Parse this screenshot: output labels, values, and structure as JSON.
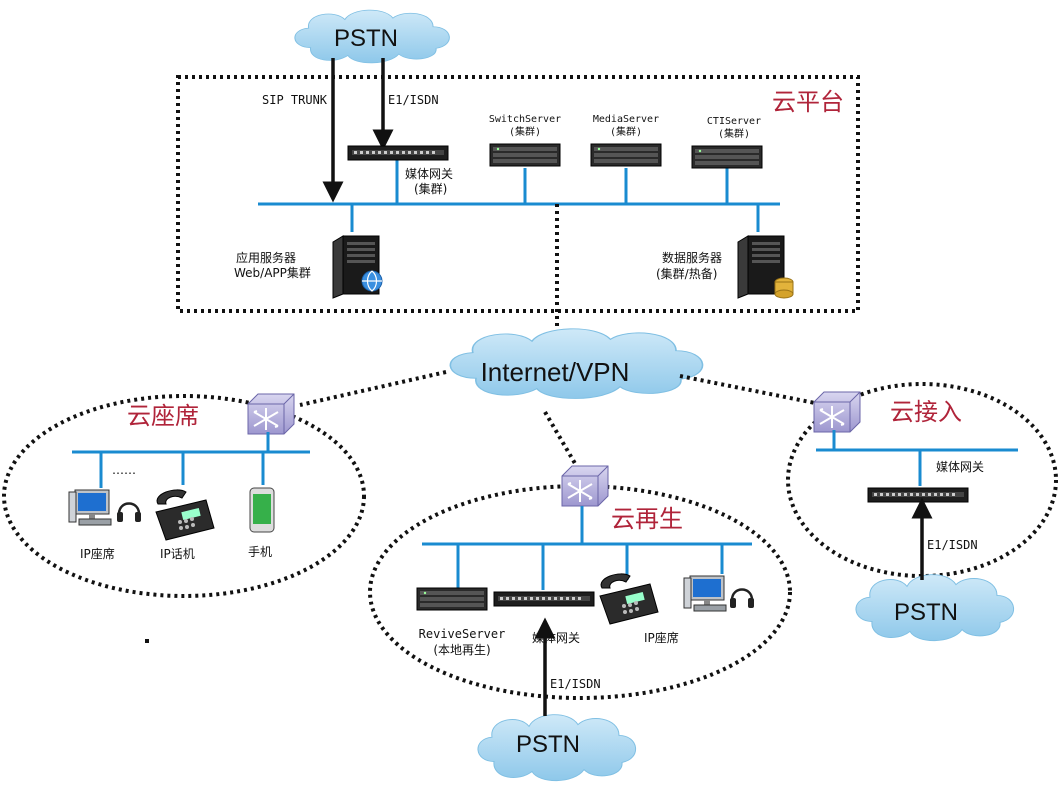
{
  "colors": {
    "cloud": "#a9d5ef",
    "cloud_edge": "#7fbfe3",
    "bus": "#1a8bd0",
    "zone_label": "#b0243a",
    "dotted": "#111111",
    "device_dark": "#1e1e1e",
    "switch": "#b7b2dd"
  },
  "clouds": {
    "pstn_top": "PSTN",
    "internet": "Internet/VPN",
    "pstn_right": "PSTN",
    "pstn_bottom": "PSTN"
  },
  "cloud_platform": {
    "zone_label": "云平台",
    "sip_trunk": "SIP TRUNK",
    "e1_isdn": "E1/ISDN",
    "media_gateway": [
      "媒体网关",
      "(集群)"
    ],
    "switch_server": [
      "SwitchServer",
      "(集群)"
    ],
    "media_server": [
      "MediaServer",
      "(集群)"
    ],
    "cti_server": [
      "CTIServer",
      "(集群)"
    ],
    "app_server": [
      "应用服务器",
      "Web/APP集群"
    ],
    "data_server": [
      "数据服务器",
      "(集群/热备)"
    ]
  },
  "cloud_seat": {
    "zone_label": "云座席",
    "dots": "……",
    "ip_seat": "IP座席",
    "ip_phone": "IP话机",
    "mobile": "手机"
  },
  "cloud_regen": {
    "zone_label": "云再生",
    "revive_server": [
      "ReviveServer",
      "(本地再生)"
    ],
    "media_gateway": "媒体网关",
    "ip_seat": "IP座席",
    "e1_isdn": "E1/ISDN"
  },
  "cloud_access": {
    "zone_label": "云接入",
    "media_gateway": "媒体网关",
    "e1_isdn": "E1/ISDN"
  }
}
